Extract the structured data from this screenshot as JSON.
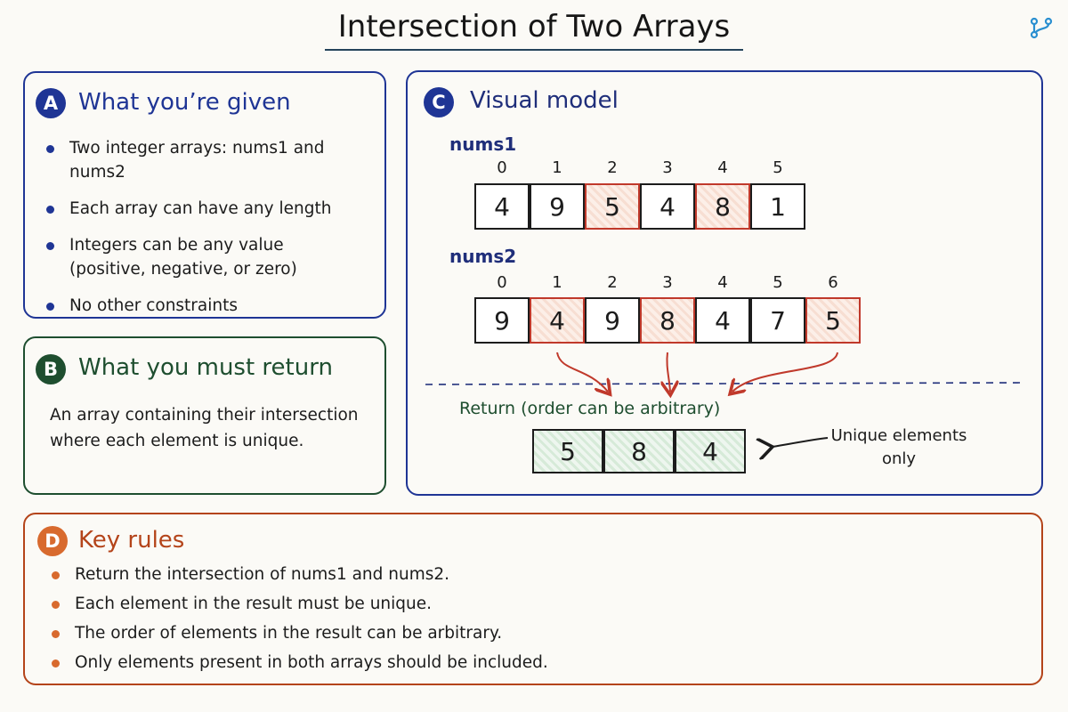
{
  "title": "Intersection of Two Arrays",
  "panel_a": {
    "badge": "A",
    "heading": "What you’re given",
    "bullets": [
      "Two integer arrays: nums1 and nums2",
      "Each array can have any length",
      "Integers can be any value",
      "(positive, negative, or zero)",
      "No other constraints"
    ]
  },
  "panel_b": {
    "badge": "B",
    "heading": "What you must return",
    "text_line1": "An array containing their intersection",
    "text_line2": "where each element is unique."
  },
  "panel_c": {
    "badge": "C",
    "heading": "Visual model",
    "nums1": {
      "label": "nums1",
      "indices": [
        "0",
        "1",
        "2",
        "3",
        "4",
        "5"
      ],
      "values": [
        "4",
        "9",
        "5",
        "4",
        "8",
        "1"
      ]
    },
    "nums2": {
      "label": "nums2",
      "indices": [
        "0",
        "1",
        "2",
        "3",
        "4",
        "5",
        "6"
      ],
      "values": [
        "9",
        "4",
        "9",
        "8",
        "4",
        "7",
        "5"
      ]
    },
    "return_label": "Return (order can be arbitrary)",
    "result": [
      "5",
      "8",
      "4"
    ],
    "unique_note_line1": "Unique elements",
    "unique_note_line2": "only"
  },
  "panel_d": {
    "badge": "D",
    "heading": "Key rules",
    "bullets": [
      "Return the intersection of nums1 and nums2.",
      "Each element in the result must be unique.",
      "The order of elements in the result can be arbitrary.",
      "Only elements present in both arrays should be included."
    ]
  },
  "colors": {
    "blue": "#1f3595",
    "green": "#1e4e2f",
    "orange": "#b4441a",
    "highlight_red": "#c0392b"
  },
  "icons": {
    "logo": "branch-icon"
  }
}
